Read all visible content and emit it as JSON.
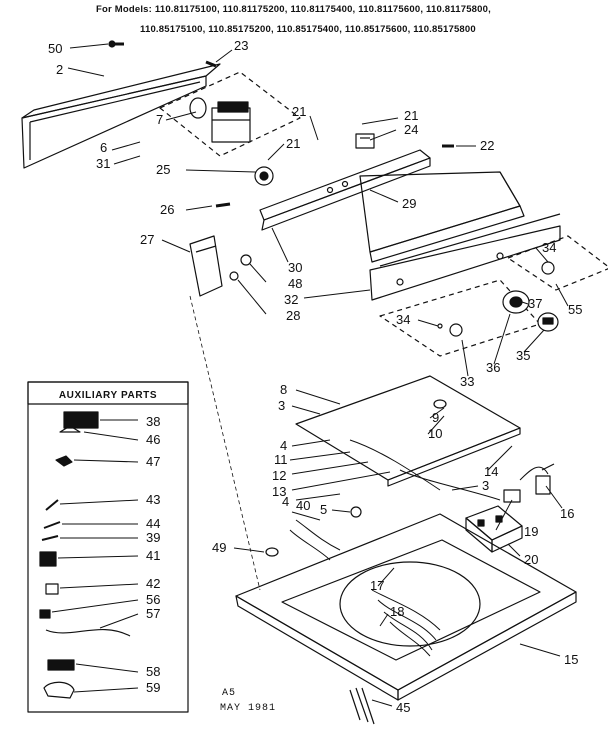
{
  "header": {
    "models_line1": "For Models: 110.81175100, 110.81175200, 110.81175400, 110.81175600, 110.81175800,",
    "models_line2": "110.85175100, 110.85175200, 110.85175400, 110.85175600, 110.85175800"
  },
  "auxiliary": {
    "title": "AUXILIARY PARTS"
  },
  "callouts": [
    "50",
    "2",
    "23",
    "7",
    "21",
    "21",
    "24",
    "22",
    "6",
    "31",
    "21",
    "25",
    "29",
    "26",
    "27",
    "30",
    "48",
    "32",
    "28",
    "34",
    "55",
    "37",
    "34",
    "33",
    "36",
    "35",
    "8",
    "3",
    "9",
    "10",
    "4",
    "11",
    "12",
    "13",
    "14",
    "4",
    "3",
    "16",
    "40",
    "5",
    "19",
    "49",
    "20",
    "17",
    "18",
    "15",
    "45",
    "38",
    "46",
    "47",
    "43",
    "44",
    "39",
    "41",
    "42",
    "56",
    "57",
    "58",
    "59"
  ],
  "footer": {
    "line1": "A5",
    "line2": "MAY  1981"
  }
}
